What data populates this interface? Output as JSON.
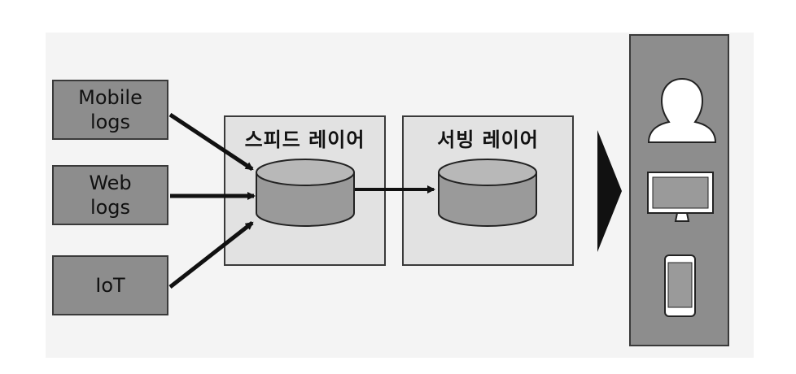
{
  "sources": [
    {
      "label": "Mobile\nlogs"
    },
    {
      "label": "Web\nlogs"
    },
    {
      "label": "IoT"
    }
  ],
  "layers": {
    "speed": {
      "title": "스피드 레이어"
    },
    "serving": {
      "title": "서빙 레이어"
    }
  },
  "clients": {
    "icons": [
      "user-icon",
      "monitor-icon",
      "smartphone-icon"
    ]
  },
  "colors": {
    "source_fill": "#8d8d8d",
    "layer_fill": "#e2e2e2",
    "client_fill": "#8d8d8d",
    "outline": "#3a3a3a",
    "arrow": "#111111"
  }
}
